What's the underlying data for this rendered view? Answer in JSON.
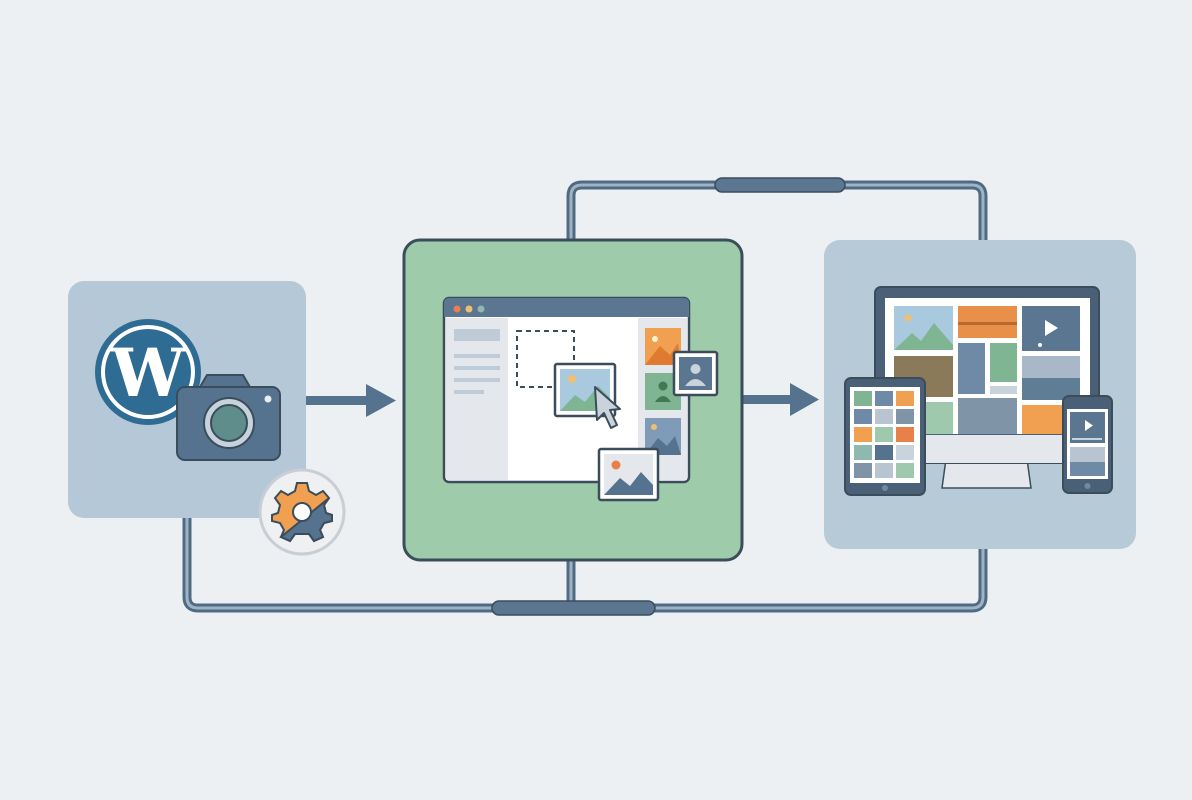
{
  "diagram": {
    "nodes": [
      {
        "id": "source",
        "icons": [
          "wordpress-logo",
          "camera-icon",
          "gear-icon"
        ]
      },
      {
        "id": "editor",
        "icons": [
          "browser-window",
          "image-icon",
          "cursor-icon",
          "user-icon"
        ]
      },
      {
        "id": "output",
        "icons": [
          "monitor-icon",
          "tablet-icon",
          "phone-icon",
          "play-icon"
        ]
      }
    ],
    "edges": [
      {
        "from": "source",
        "to": "editor",
        "style": "arrow"
      },
      {
        "from": "editor",
        "to": "output",
        "style": "arrow"
      },
      {
        "from": "editor",
        "to": "output",
        "style": "pipe-top"
      },
      {
        "from": "source",
        "to": "output",
        "style": "pipe-bottom"
      }
    ],
    "logo_text": "W"
  },
  "colors": {
    "background": "#edf0f2",
    "source_panel": "#b5c8d7",
    "editor_panel": "#9ecbaa",
    "output_panel": "#b6cad8",
    "slate": "#55728f",
    "wordpress_blue": "#2f6c93",
    "outline": "#3b4d5a",
    "orange": "#f0a050",
    "green": "#7fb592"
  }
}
